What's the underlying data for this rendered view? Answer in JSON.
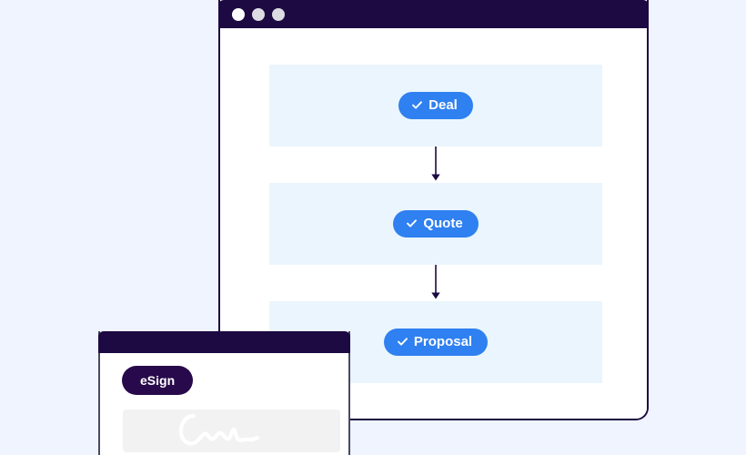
{
  "theme": {
    "page_background": "#eff4ff",
    "window_chrome": "#1d0a42",
    "panel_background": "#eaf5fd",
    "badge_blue": "#2f80f0",
    "badge_dark": "#28094b",
    "arrow_color": "#1d0a42",
    "signature_box": "#f2f2f2",
    "signature_stroke": "#ffffff"
  },
  "main_window": {
    "titlebar": {
      "dots": [
        {
          "name": "close-dot",
          "color": "#ffffff"
        },
        {
          "name": "minimize-dot",
          "color": "#dcdce2"
        },
        {
          "name": "maximize-dot",
          "color": "#dcdce2"
        }
      ]
    },
    "flow": {
      "steps": [
        {
          "id": "deal",
          "label": "Deal",
          "icon": "check-icon"
        },
        {
          "id": "quote",
          "label": "Quote",
          "icon": "check-icon"
        },
        {
          "id": "proposal",
          "label": "Proposal",
          "icon": "check-icon"
        }
      ],
      "connectors": [
        {
          "from": "deal",
          "to": "quote",
          "icon": "arrow-down-icon"
        },
        {
          "from": "quote",
          "to": "proposal",
          "icon": "arrow-down-icon"
        }
      ]
    }
  },
  "esign_window": {
    "badge": {
      "label": "eSign"
    },
    "signature": {
      "icon": "signature-scribble-icon"
    }
  }
}
